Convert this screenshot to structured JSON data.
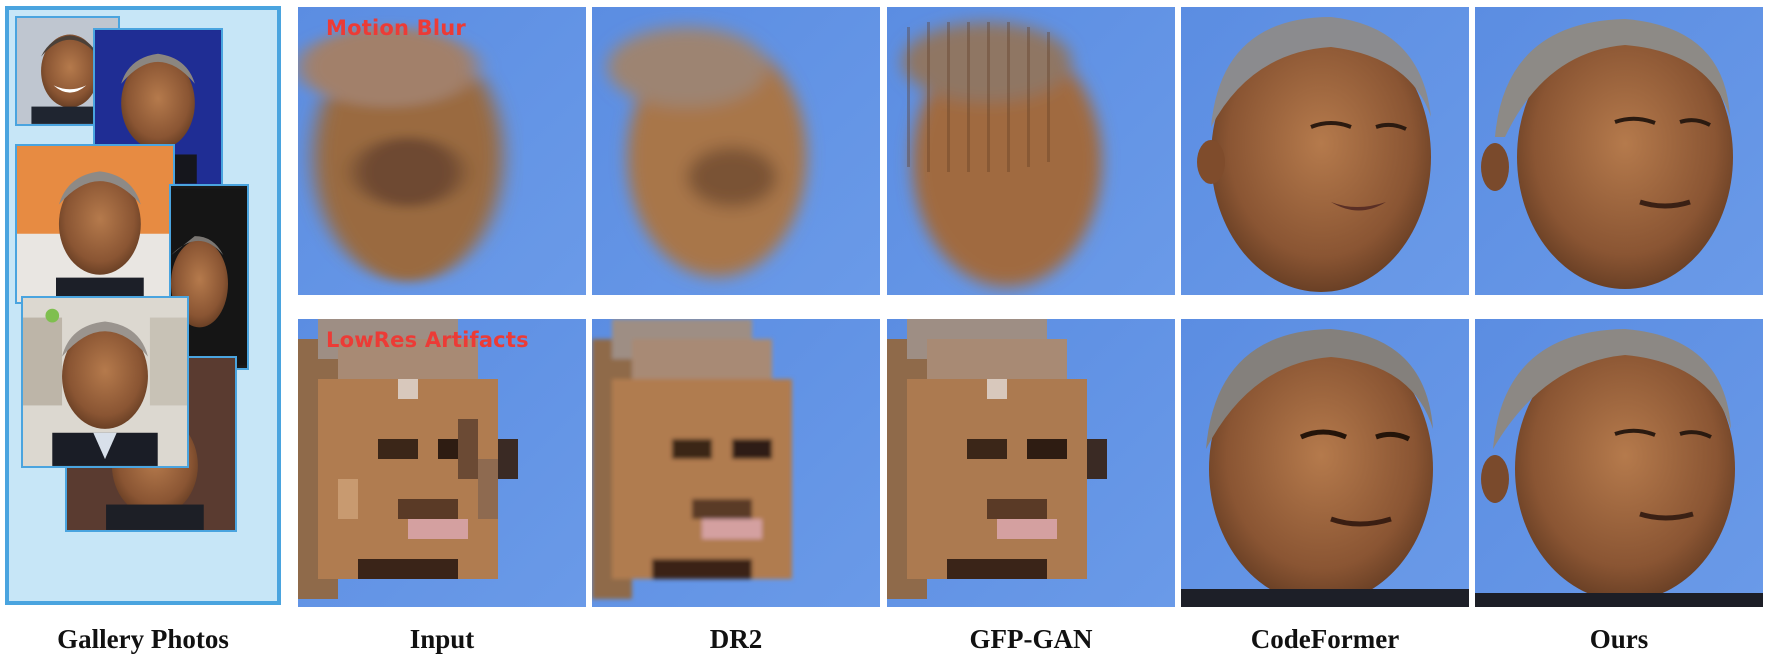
{
  "columns": [
    "Gallery Photos",
    "Input",
    "DR2",
    "GFP-GAN",
    "CodeFormer",
    "Ours"
  ],
  "rows": [
    {
      "label": "Motion Blur"
    },
    {
      "label": "LowRes Artifacts"
    }
  ],
  "colors": {
    "sky": "#5b8fe3",
    "gallery_bg": "#c7e6f7",
    "gallery_border": "#4aa4df",
    "label_red": "#ec3b36"
  }
}
